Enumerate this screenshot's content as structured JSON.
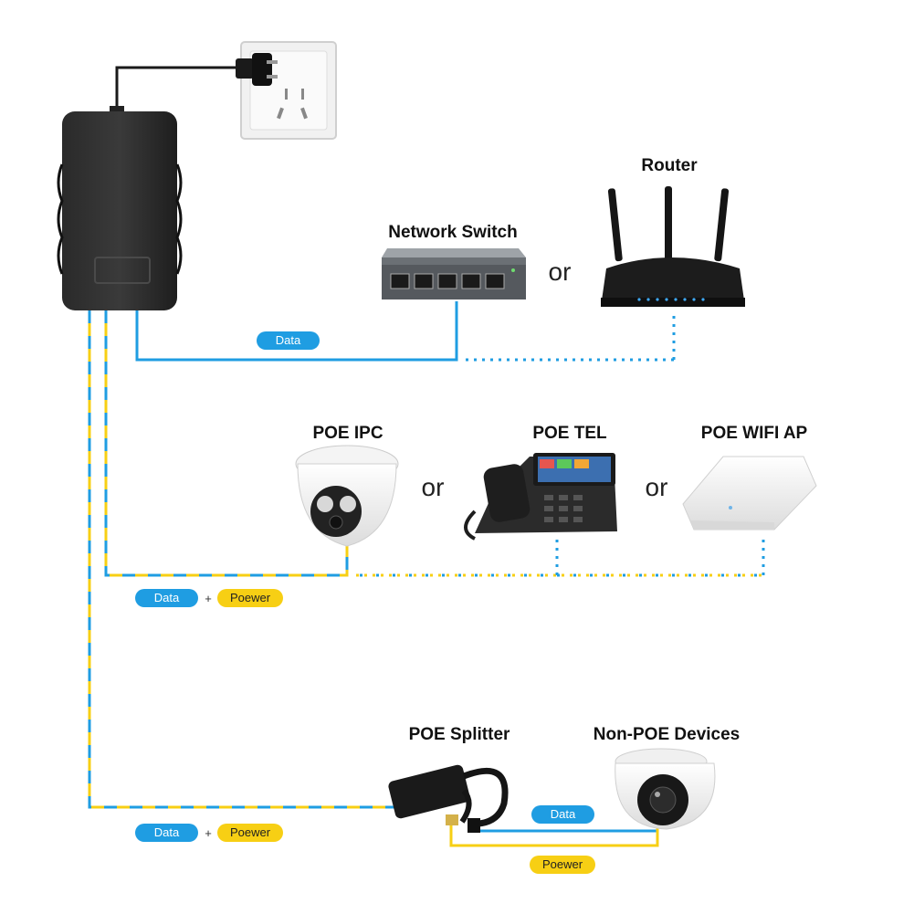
{
  "colors": {
    "data": "#1f9de2",
    "power": "#f7cf14",
    "device_dark": "#1c1c1c",
    "text": "#111111"
  },
  "labels": {
    "router": "Router",
    "network_switch": "Network Switch",
    "poe_ipc": "POE IPC",
    "poe_tel": "POE TEL",
    "poe_wifi_ap": "POE WIFI AP",
    "poe_splitter": "POE Splitter",
    "non_poe_devices": "Non-POE Devices",
    "or": "or",
    "plus": "+"
  },
  "tags": {
    "data": "Data",
    "power": "Poewer"
  },
  "icons": [
    "power-outlet-icon",
    "power-plug-icon",
    "poe-injector-icon",
    "network-switch-icon",
    "router-icon",
    "ip-camera-icon",
    "voip-phone-icon",
    "wifi-access-point-icon",
    "poe-splitter-icon",
    "dome-camera-icon"
  ]
}
